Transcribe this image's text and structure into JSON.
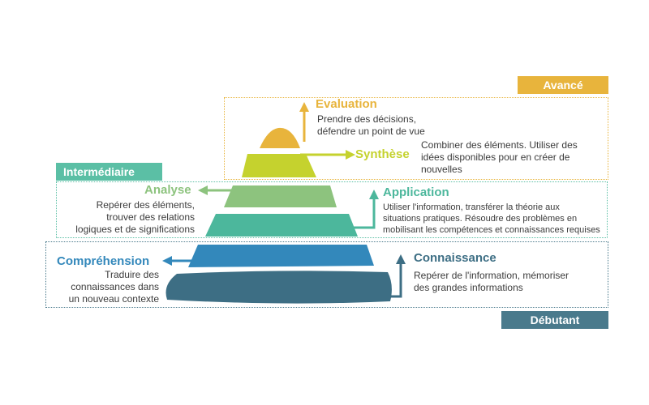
{
  "levels": {
    "advanced": {
      "label": "Avancé",
      "color": "#e8b43c"
    },
    "intermediate": {
      "label": "Intermédiaire",
      "color": "#5bbfa5"
    },
    "beginner": {
      "label": "Débutant",
      "color": "#4a7a8c"
    }
  },
  "stages": {
    "evaluation": {
      "title": "Evaluation",
      "color": "#e8b43c",
      "desc": [
        "Prendre des décisions,",
        "défendre un point de vue"
      ]
    },
    "synthese": {
      "title": "Synthèse",
      "color": "#c5d22e",
      "desc": [
        "Combiner des éléments. Utiliser des",
        "idées disponibles pour en créer de",
        "nouvelles"
      ]
    },
    "analyse": {
      "title": "Analyse",
      "color": "#8dc37e",
      "desc": [
        "Repérer des éléments,",
        "trouver des relations",
        "logiques et de significations"
      ]
    },
    "application": {
      "title": "Application",
      "color": "#4cb79c",
      "desc": [
        "Utiliser l'information,  transférer la théorie aux",
        "situations pratiques. Résoudre des problèmes en",
        "mobilisant les compétences et connaissances requises"
      ]
    },
    "comprehension": {
      "title": "Compréhension",
      "color": "#3388bb",
      "desc": [
        "Traduire des",
        "connaissances dans",
        "un nouveau contexte"
      ]
    },
    "connaissance": {
      "title": "Connaissance",
      "color": "#3d6e84",
      "desc": [
        "Repérer de l'information, mémoriser",
        "des grandes informations"
      ]
    }
  }
}
